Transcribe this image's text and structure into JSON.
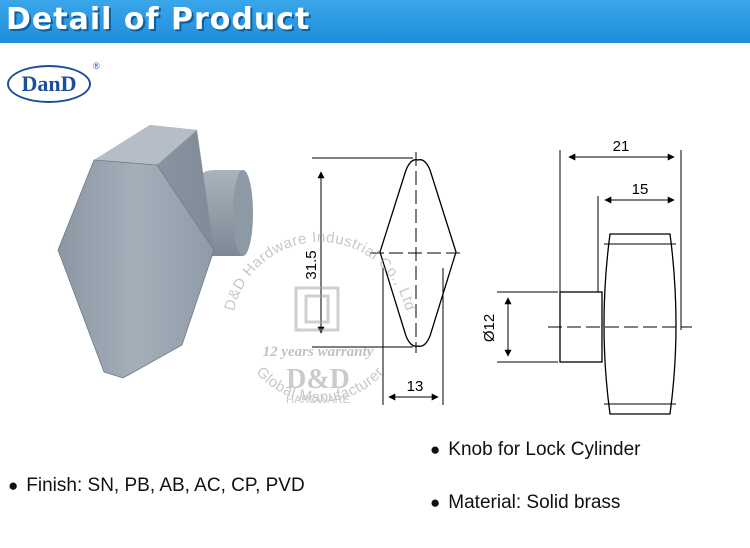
{
  "header": {
    "title": "Detail of Product"
  },
  "logo": {
    "text": "DanD",
    "registered": "®"
  },
  "dimensions": {
    "height": "31.5",
    "thickness": "13",
    "total_length": "21",
    "body_length": "15",
    "shank_diameter": "Ø12"
  },
  "watermark": {
    "top_arc": "D&D Hardware Industrial Co., Ltd",
    "bottom_arc": "Global Manufacturer",
    "warranty": "12 years warranty",
    "brand": "D&D",
    "sub": "HARDWARE"
  },
  "specs": {
    "bullet": "●",
    "product": "Knob for Lock Cylinder",
    "finish": "Finish: SN, PB, AB, AC, CP, PVD",
    "material": "Material: Solid brass"
  },
  "colors": {
    "header_bg": "#1e8ddb",
    "logo": "#1c4e9b",
    "knob_face": "#9aa6b2",
    "knob_shade": "#7e8a96"
  }
}
